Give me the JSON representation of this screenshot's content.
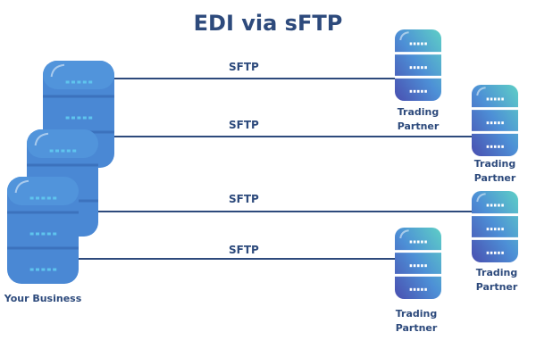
{
  "title": "EDI via sFTP",
  "business_label": "Your Business",
  "connections": [
    {
      "protocol": "SFTP",
      "partner_label": "Trading Partner"
    },
    {
      "protocol": "SFTP",
      "partner_label": "Trading Partner"
    },
    {
      "protocol": "SFTP",
      "partner_label": "Trading Partner"
    },
    {
      "protocol": "SFTP",
      "partner_label": "Trading Partner"
    }
  ],
  "colors": {
    "title": "#2d4a7c",
    "line": "#2d4a7c",
    "business_server": "#4a88d4",
    "partner_top": "#5ecfc6",
    "partner_bottom": "#4a4fb0"
  }
}
